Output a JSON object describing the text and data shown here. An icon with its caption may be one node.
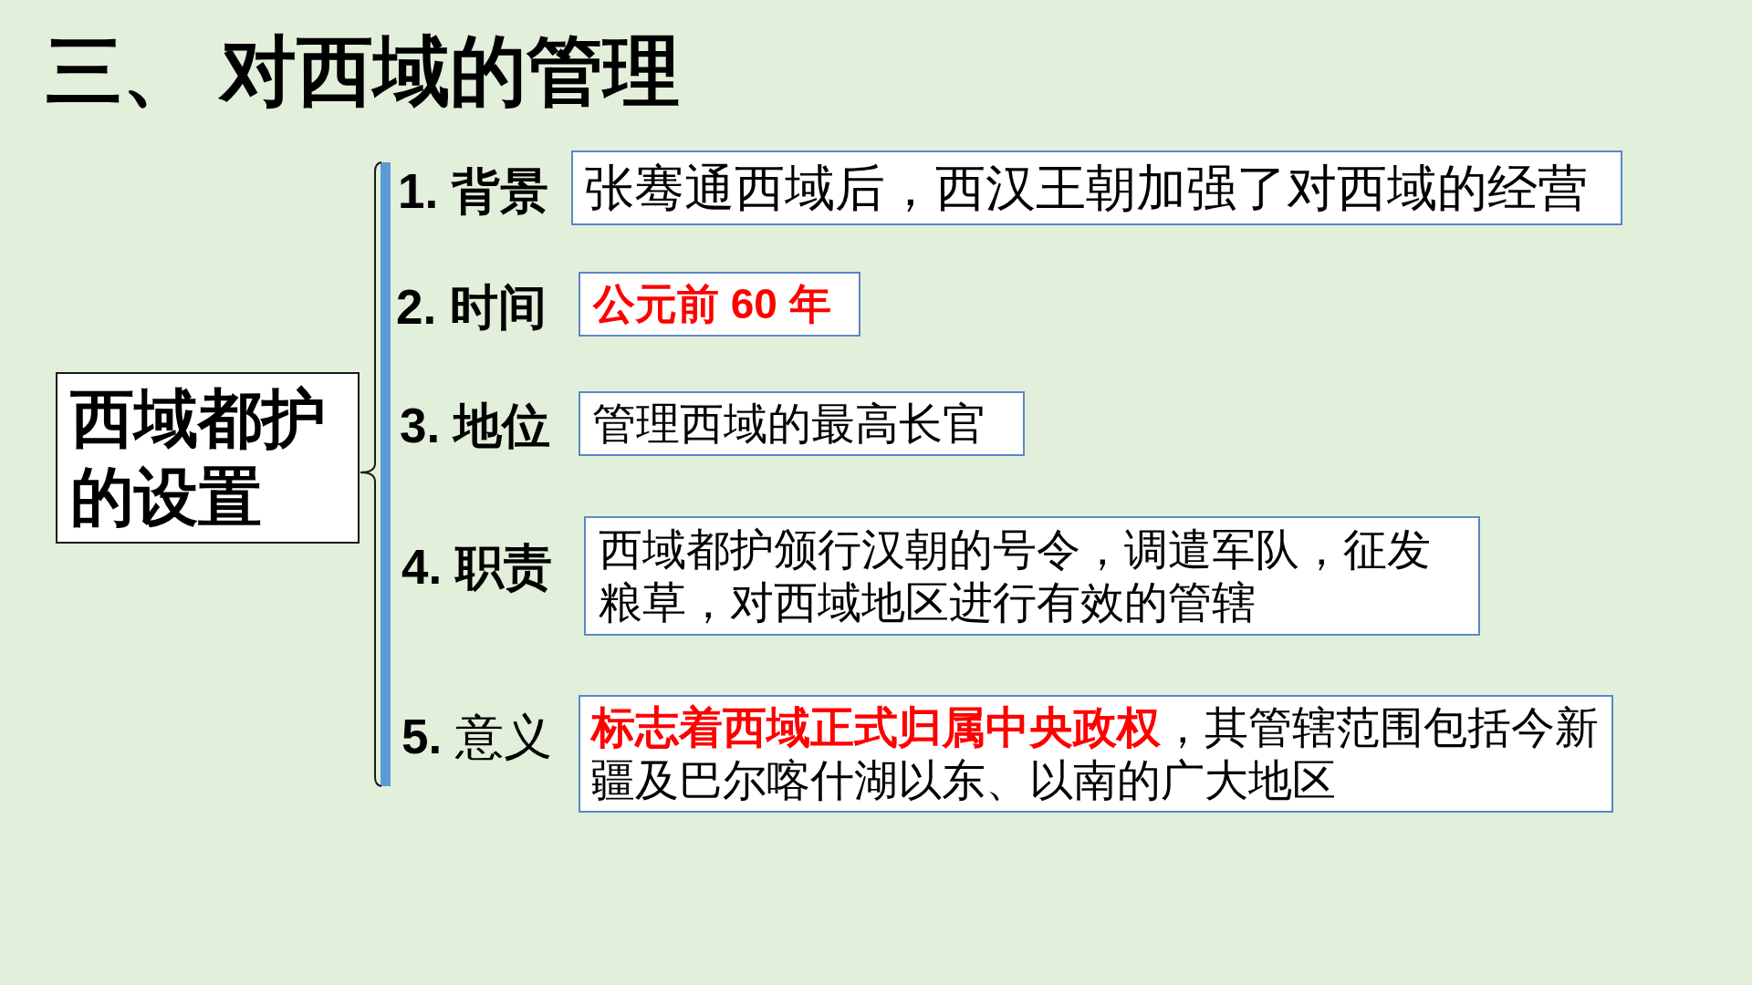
{
  "diagram": {
    "title": "三、 对西域的管理",
    "nodes": [
      {
        "text": [
          "西域都护的设置"
        ]
      },
      {
        "text": [
          "1. 背景",
          "张骞通西域后，西汉王朝加强了对西域的经营"
        ]
      },
      {
        "text": [
          "2. 时间",
          "公元前 60 年"
        ]
      },
      {
        "text": [
          "3. 地位",
          "管理西域的最高长官"
        ]
      },
      {
        "text": [
          "4. 职责",
          "西域都护颁行汉朝的号令，调遣军队，征发粮草，对西域地区进行有效的管辖"
        ]
      },
      {
        "text": [
          "**5.** 意义",
          "**标志着西域正式归属中央政权**，其管辖范围包括今新疆及巴尔喀什湖以东、以南的广大地区"
        ]
      }
    ]
  }
}
